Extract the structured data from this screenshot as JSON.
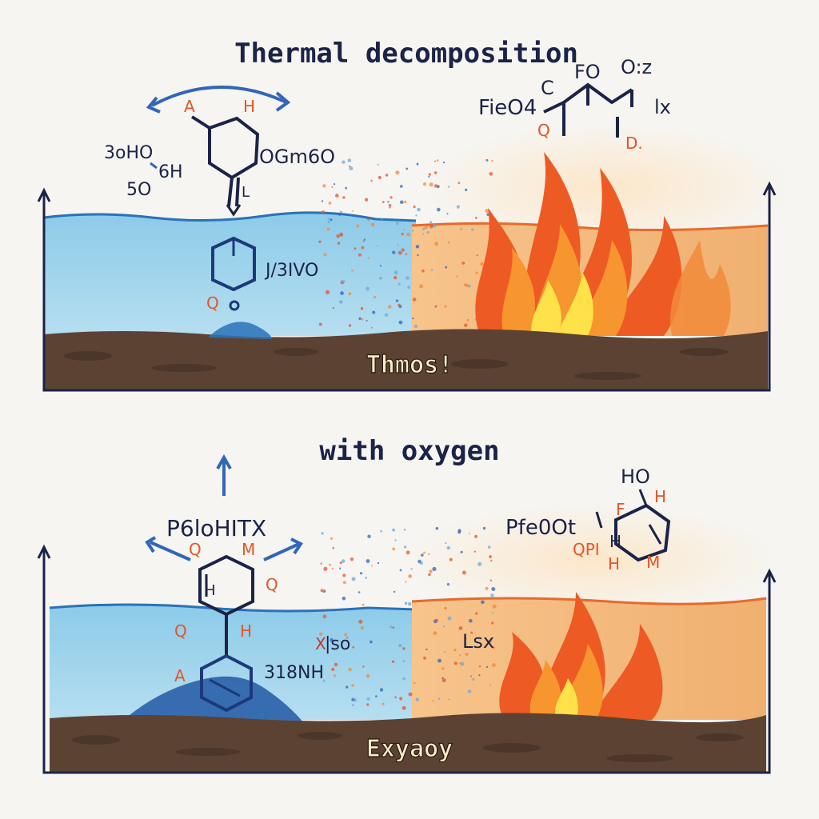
{
  "title": "Thermal decomposition",
  "subtitle": "with oxygen",
  "colors": {
    "water": "#9cd0ea",
    "water_edge": "#2a72b8",
    "heat": "#f3b77c",
    "heat_edge": "#e86a2a",
    "soil": "#5b4233",
    "ink": "#1c2348",
    "label_orange": "#e2562a",
    "arrow_blue": "#3266b8",
    "flame_outer": "#ee5a24",
    "flame_mid": "#f7952e",
    "flame_core": "#ffe14a"
  },
  "top_panel": {
    "soil_label": "Thmos!",
    "left_molecule": {
      "atom_a": "A",
      "atom_h": "H",
      "label_left_1": "3oHO",
      "label_left_2": "6H",
      "label_left_3": "5O",
      "label_right": "OGm6O",
      "bond_label": "L",
      "ring_label": "J/3IVO",
      "q_label": "Q"
    },
    "right_molecule": {
      "formula": "FieO4",
      "c_label": "C",
      "fo_label": "FO",
      "o2_label": "O:z",
      "lx_label": "lx",
      "q_label": "Q",
      "d_label": "D."
    }
  },
  "bottom_panel": {
    "soil_label": "Exyaoy",
    "left_molecule": {
      "formula": "P6loHITX",
      "q1": "Q",
      "m1": "M",
      "q2": "Q",
      "h_ring": "H",
      "q3": "Q",
      "h2": "H",
      "a_label": "A",
      "ring_label": "318NH",
      "mid_label": "|so",
      "mid_x": "X"
    },
    "mid_right_label": "Lsx",
    "right_molecule": {
      "formula": "Pfe0Ot",
      "ho_label": "HO",
      "f_label": "F",
      "h_label": "H",
      "qpi_label": "QPI",
      "h2_label": "H",
      "h3_label": "H",
      "m_label": "M"
    }
  }
}
